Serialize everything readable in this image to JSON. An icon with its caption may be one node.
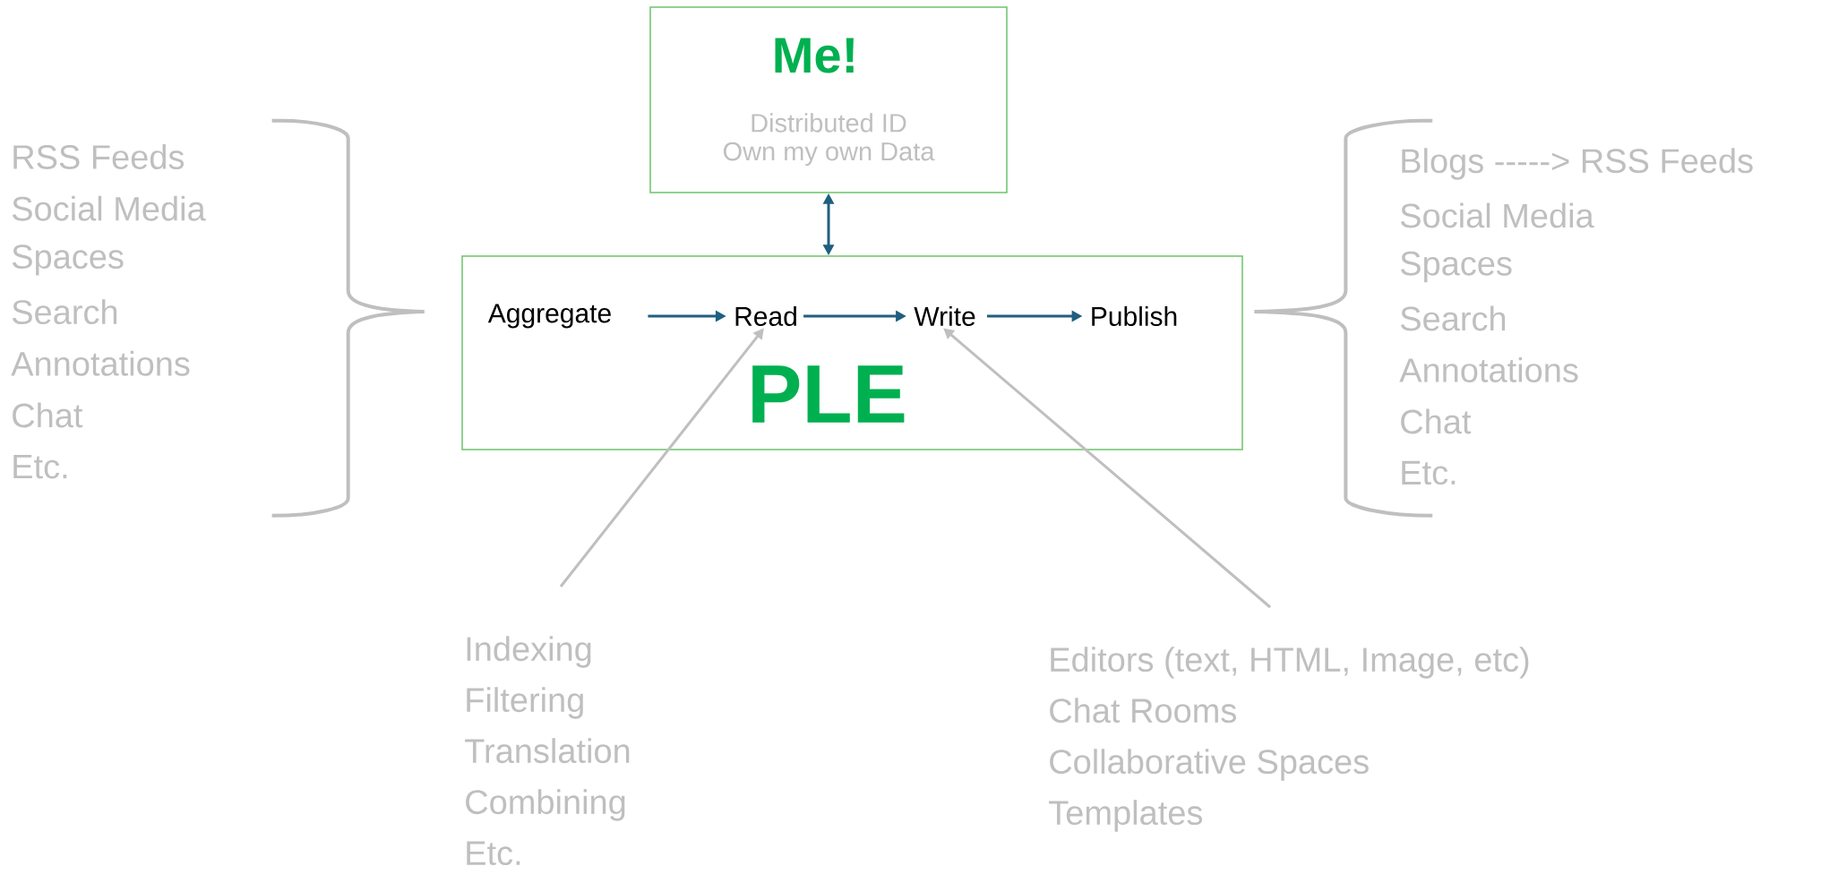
{
  "diagram": {
    "nodes": [
      {
        "text": [
          "Me!",
          "Distributed ID",
          "Own my own Data"
        ]
      },
      {
        "text": [
          "PLE"
        ]
      },
      {
        "text": [
          "Aggregate"
        ],
        "in": 1
      },
      {
        "text": [
          "Read"
        ],
        "in": 1
      },
      {
        "text": [
          "Write"
        ],
        "in": 1
      },
      {
        "text": [
          "Publish"
        ],
        "in": 1
      },
      {
        "text": [
          "Indexing",
          "Filtering",
          "Translation",
          "Combining",
          "Etc."
        ]
      },
      {
        "text": [
          "Editors (text, HTML, Image, etc)",
          "Chat Rooms",
          "Collaborative Spaces",
          "Templates"
        ]
      }
    ],
    "edges": [
      {
        "from": 0,
        "to": 1,
        "arrow": "both"
      },
      {
        "from": 2,
        "to": 3,
        "arrow": "to"
      },
      {
        "from": 3,
        "to": 4,
        "arrow": "to"
      },
      {
        "from": 4,
        "to": 5,
        "arrow": "to"
      },
      {
        "from": 6,
        "to": 3,
        "arrow": "to",
        "color": "#bfbfbf"
      },
      {
        "from": 7,
        "to": 4,
        "arrow": "to",
        "color": "#bfbfbf"
      }
    ],
    "labels": [
      "RSS Feeds",
      "Social Media",
      "Spaces",
      "Search",
      "Annotations",
      "Chat",
      "Etc.",
      "Blogs  -----> RSS Feeds",
      "Social Media",
      "Spaces",
      "Search",
      "Annotations",
      "Chat",
      "Etc."
    ]
  }
}
